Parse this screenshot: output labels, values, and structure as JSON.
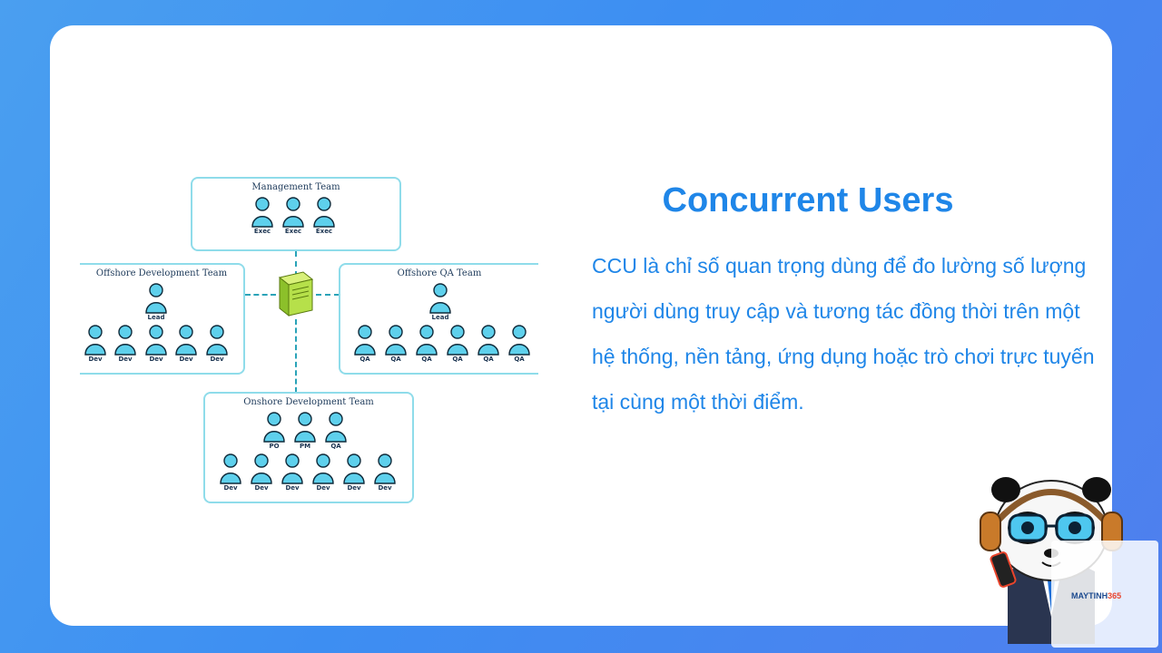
{
  "heading": "Concurrent Users",
  "paragraph": "CCU là chỉ số quan trọng dùng để đo lường số lượng người dùng truy cập và tương tác đồng thời trên một hệ thống, nền tảng, ứng dụng hoặc trò chơi trực tuyến tại cùng một thời điểm.",
  "diagram": {
    "management": {
      "title": "Management Team",
      "members": [
        "Exec",
        "Exec",
        "Exec"
      ]
    },
    "offshore_dev": {
      "title": "Offshore Development Team",
      "lead": "Lead",
      "members": [
        "Dev",
        "Dev",
        "Dev",
        "Dev",
        "Dev"
      ]
    },
    "offshore_qa": {
      "title": "Offshore QA Team",
      "lead": "Lead",
      "members": [
        "QA",
        "QA",
        "QA",
        "QA",
        "QA",
        "QA"
      ]
    },
    "onshore_dev": {
      "title": "Onshore Development Team",
      "roles": [
        "PO",
        "PM",
        "QA"
      ],
      "members": [
        "Dev",
        "Dev",
        "Dev",
        "Dev",
        "Dev",
        "Dev"
      ]
    }
  },
  "logo": {
    "brand": "MAYTINH",
    "number": "365"
  },
  "colors": {
    "accent": "#1f86e8",
    "person": "#5ed0ec",
    "box_border": "#8fdcea",
    "server": "#b6e04a"
  }
}
